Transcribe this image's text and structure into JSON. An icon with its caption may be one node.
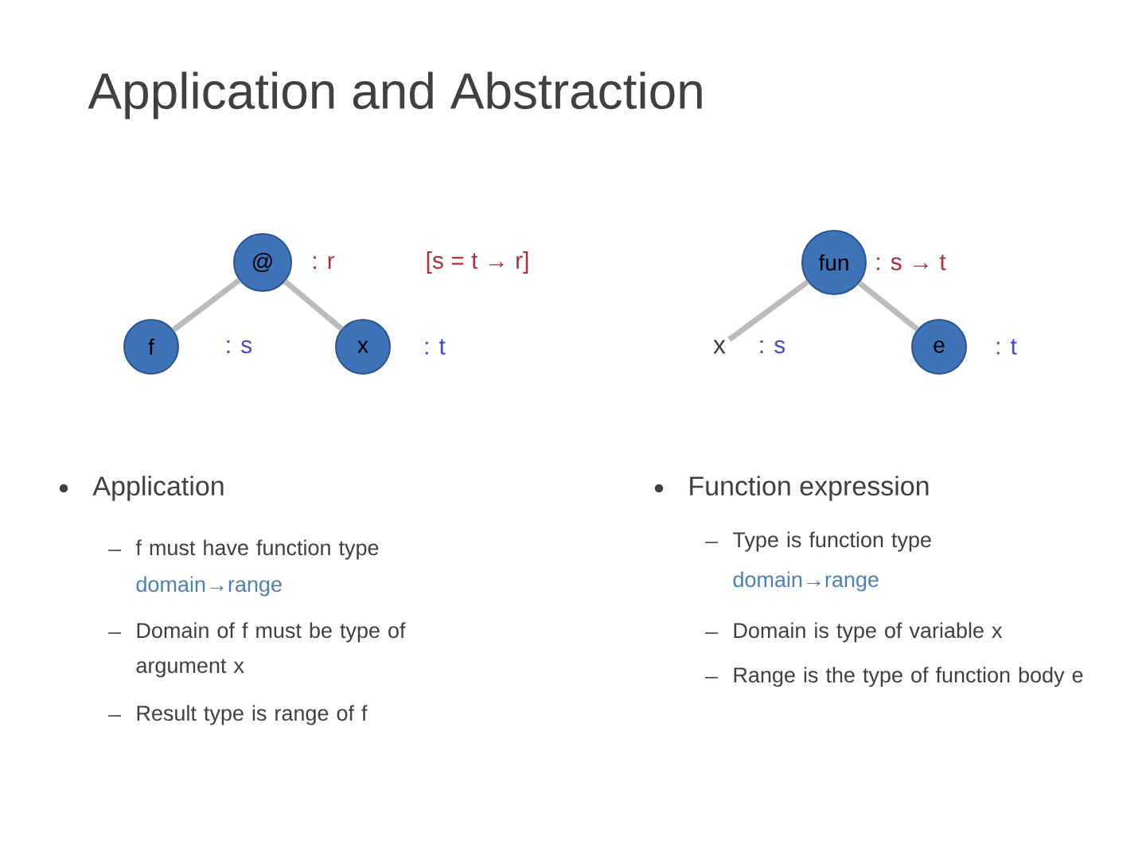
{
  "diagram": {
    "title": "Application and Abstraction",
    "nodes": [
      {
        "text": [
          "@"
        ],
        "beside": [
          ": r",
          "[s = t → r]"
        ]
      },
      {
        "text": [
          "f"
        ],
        "beside": [
          ": s"
        ]
      },
      {
        "text": [
          "x"
        ],
        "beside": [
          ": t"
        ]
      },
      {
        "text": [
          "fun"
        ],
        "beside": [
          ": s → t"
        ]
      },
      {
        "text": [
          "x"
        ],
        "beside": [
          ": s"
        ]
      },
      {
        "text": [
          "e"
        ],
        "beside": [
          ": t"
        ]
      }
    ],
    "edges": [
      {
        "from": 0,
        "to": 1,
        "arrow": "none"
      },
      {
        "from": 0,
        "to": 2,
        "arrow": "none"
      },
      {
        "from": 3,
        "to": 4,
        "arrow": "none"
      },
      {
        "from": 3,
        "to": 5,
        "arrow": "none"
      }
    ],
    "labels": [
      "Application",
      "f must have function type",
      "domain→range",
      "Domain of f must be type of argument x",
      "Result type is range of f",
      "Function expression",
      "Type is function type",
      "domain→range",
      "Domain is type of variable x",
      "Range is the type of function body e"
    ]
  }
}
